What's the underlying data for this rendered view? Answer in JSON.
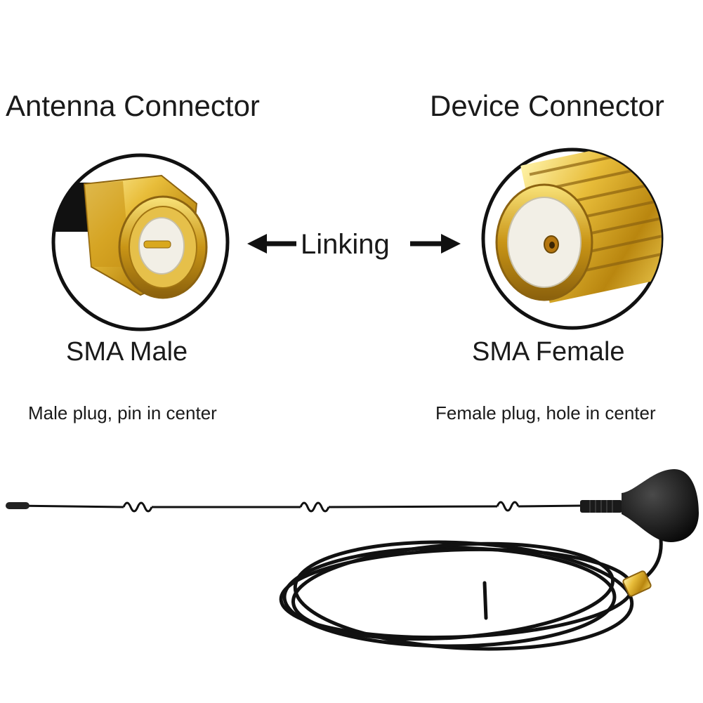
{
  "connectors": {
    "left": {
      "title": "Antenna Connector",
      "type": "SMA Male",
      "description": "Male plug, pin in center"
    },
    "right": {
      "title": "Device Connector",
      "type": "SMA Female",
      "description": "Female plug, hole in center"
    }
  },
  "link": {
    "label": "Linking"
  },
  "colors": {
    "text": "#1a1a1a",
    "gold": "#d9a81e",
    "gold_light": "#f7dc6a",
    "gold_dark": "#8c6310",
    "cable": "#111111",
    "insulator": "#f2efe6"
  },
  "icons": {
    "left_arrow": "arrow-left-icon",
    "right_arrow": "arrow-right-icon"
  }
}
